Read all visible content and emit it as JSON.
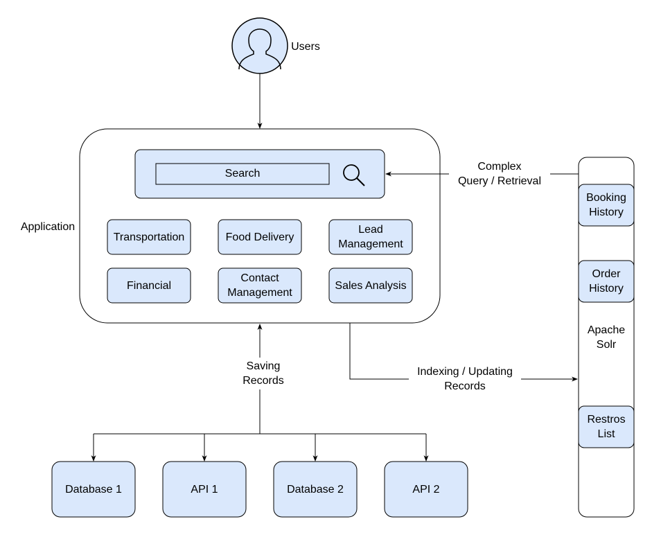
{
  "users": {
    "label": "Users"
  },
  "application": {
    "label": "Application",
    "search": {
      "label": "Search"
    },
    "modules": [
      {
        "id": "transportation",
        "label": "Transportation"
      },
      {
        "id": "food-delivery",
        "label": "Food Delivery"
      },
      {
        "id": "lead-management",
        "label": "Lead\nManagement"
      },
      {
        "id": "financial",
        "label": "Financial"
      },
      {
        "id": "contact-management",
        "label": "Contact\nManagement"
      },
      {
        "id": "sales-analysis",
        "label": "Sales Analysis"
      }
    ]
  },
  "solr": {
    "label": "Apache\nSolr",
    "cores": [
      {
        "id": "booking-history",
        "label": "Booking\nHistory"
      },
      {
        "id": "order-history",
        "label": "Order\nHistory"
      },
      {
        "id": "restros-list",
        "label": "Restros\nList"
      }
    ]
  },
  "sources": [
    {
      "id": "database-1",
      "label": "Database 1"
    },
    {
      "id": "api-1",
      "label": "API 1"
    },
    {
      "id": "database-2",
      "label": "Database 2"
    },
    {
      "id": "api-2",
      "label": "API 2"
    }
  ],
  "edges": {
    "complex_query": "Complex\nQuery / Retrieval",
    "saving_records": "Saving\nRecords",
    "indexing": "Indexing / Updating\nRecords"
  },
  "colors": {
    "box_fill": "#dae8fc",
    "stroke": "#000000",
    "background": "#ffffff"
  }
}
